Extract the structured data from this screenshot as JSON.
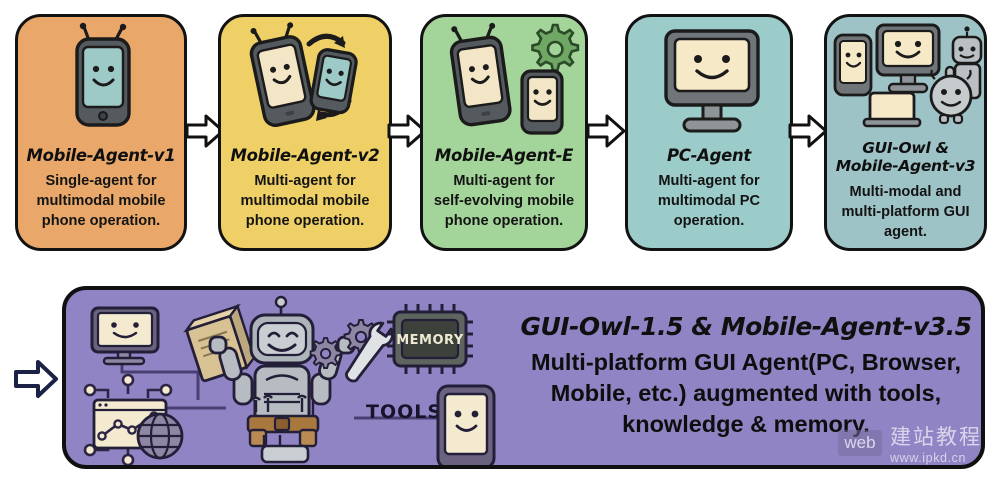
{
  "figure": {
    "watermark": {
      "badge": "web",
      "site_cn": "建站教程",
      "url": "www.ipkd.cn"
    }
  },
  "timeline": {
    "cards": [
      {
        "id": "mobile-agent-v1",
        "title": "Mobile-Agent-v1",
        "description": "Single-agent for\nmultimodal mobile\nphone operation.",
        "bg": "#e9a86a",
        "icons": [
          "smartphone-smiley-icon"
        ]
      },
      {
        "id": "mobile-agent-v2",
        "title": "Mobile-Agent-v2",
        "description": "Multi-agent for\nmultimodal mobile\nphone operation.",
        "bg": "#efd066",
        "icons": [
          "smartphone-smiley-icon",
          "smartphone-small-smiley-icon",
          "circular-arrows-icon"
        ]
      },
      {
        "id": "mobile-agent-e",
        "title": "Mobile-Agent-E",
        "description": "Multi-agent for\nself-evolving mobile\nphone operation.",
        "bg": "#a3d49a",
        "icons": [
          "smartphone-smiley-icon",
          "smartphone-small-smiley-icon",
          "gear-icon"
        ]
      },
      {
        "id": "pc-agent",
        "title": "PC-Agent",
        "description": "Multi-agent for\nmultimodal PC\noperation.",
        "bg": "#9cccc9",
        "icons": [
          "desktop-monitor-smiley-icon"
        ]
      },
      {
        "id": "gui-owl-mobile-agent-v3",
        "title": "GUI-Owl &\nMobile-Agent-v3",
        "description": "Multi-modal and\nmulti-platform GUI\nagent.",
        "bg": "#9ec3c6",
        "icons": [
          "smartphone-smiley-icon",
          "desktop-monitor-smiley-icon",
          "laptop-icon",
          "robot-tall-icon",
          "robot-small-icon"
        ]
      }
    ],
    "arrow_count": 4,
    "arrow_icon": "right-block-arrow-icon"
  },
  "bottom_panel": {
    "entry_arrow_icon": "right-block-arrow-icon",
    "heading": "GUI-Owl-1.5 & Mobile-Agent-v3.5",
    "body": "Multi-platform GUI Agent(PC, Browser,\nMobile, etc.) augmented with tools,\nknowledge & memory.",
    "bg": "#9184c4",
    "art_labels": {
      "tools": "TOOLS",
      "memory": "MEMORY"
    },
    "art_icons": [
      "desktop-monitor-smiley-icon",
      "browser-analytics-icon",
      "globe-icon",
      "network-nodes-icon",
      "robot-icon",
      "book-icon",
      "wrench-icon",
      "gear-icon",
      "memory-chip-icon",
      "smartphone-smiley-icon",
      "toolbelt-icon"
    ]
  }
}
